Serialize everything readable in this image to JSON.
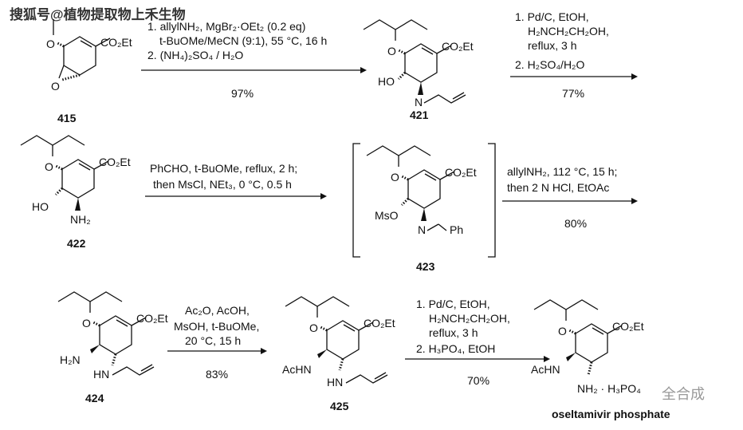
{
  "watermark": {
    "top": "搜狐号@植物提取物上禾生物",
    "bottom": "全合成"
  },
  "groups": {
    "ester": "CO₂Et",
    "O": "O",
    "HO": "HO",
    "NH2": "NH₂",
    "MsO": "MsO",
    "N": "N",
    "Ph": "Ph",
    "H2N": "H₂N",
    "HN": "HN",
    "AcHN": "AcHN",
    "salt": "NH₂ · H₃PO₄"
  },
  "compounds": {
    "c415": "415",
    "c421": "421",
    "c422": "422",
    "c423": "423",
    "c424": "424",
    "c425": "425",
    "final": "oseltamivir phosphate"
  },
  "steps": [
    {
      "lines": [
        "1. allylNH₂, MgBr₂·OEt₂ (0.2 eq)",
        "t-BuOMe/MeCN (9:1), 55 °C, 16 h",
        "2. (NH₄)₂SO₄ / H₂O"
      ],
      "yield": "97%"
    },
    {
      "lines": [
        "1. Pd/C, EtOH,",
        "H₂NCH₂CH₂OH,",
        "reflux, 3 h",
        "2. H₂SO₄/H₂O"
      ],
      "yield": "77%"
    },
    {
      "lines": [
        "PhCHO, t-BuOMe, reflux, 2 h;",
        "then MsCl, NEt₃, 0 °C, 0.5 h"
      ],
      "yield": ""
    },
    {
      "lines": [
        "allylNH₂, 112 °C, 15 h;",
        "then 2 N HCl, EtOAc"
      ],
      "yield": "80%"
    },
    {
      "lines": [
        "Ac₂O, AcOH,",
        "MsOH, t-BuOMe,",
        "20 °C, 15 h"
      ],
      "yield": "83%"
    },
    {
      "lines": [
        "1. Pd/C, EtOH,",
        "H₂NCH₂CH₂OH,",
        "reflux, 3 h",
        "2. H₃PO₄, EtOH"
      ],
      "yield": "70%"
    }
  ]
}
